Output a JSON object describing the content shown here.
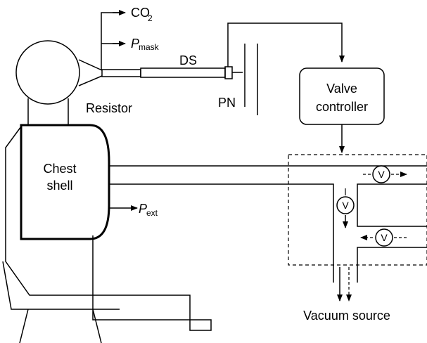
{
  "labels": {
    "co2": "CO",
    "co2_sub": "2",
    "pmask_main": "P",
    "pmask_sub": "mask",
    "ds": "DS",
    "pn": "PN",
    "resistor": "Resistor",
    "valve_controller_line1": "Valve",
    "valve_controller_line2": "controller",
    "chest_shell_line1": "Chest",
    "chest_shell_line2": "shell",
    "pext_main": "P",
    "pext_sub": "ext",
    "valve_symbol": "V",
    "vacuum_source": "Vacuum source"
  }
}
